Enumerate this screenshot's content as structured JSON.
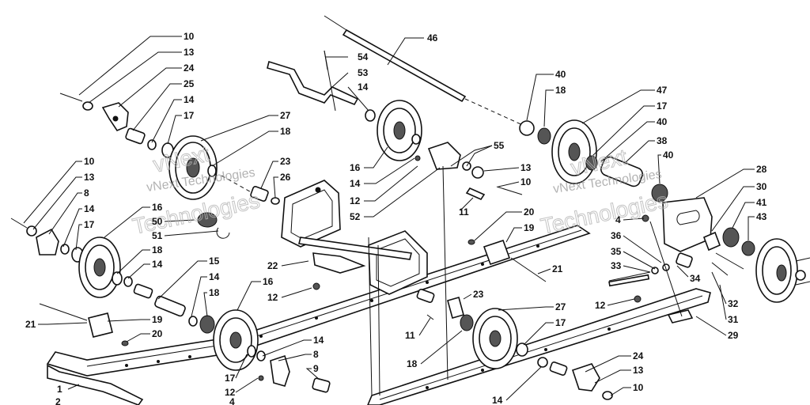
{
  "watermark": {
    "short": "vNext",
    "text": "vNext Technologies",
    "tail": "Technologies"
  },
  "callouts": {
    "c10a": "10",
    "c13a": "13",
    "c24a": "24",
    "c25": "25",
    "c14a": "14",
    "c17a": "17",
    "c27a": "27",
    "c18a": "18",
    "c23a": "23",
    "c26": "26",
    "c10b": "10",
    "c13b": "13",
    "c8a": "8",
    "c14b": "14",
    "c17b": "17",
    "c16a": "16",
    "c50": "50",
    "c51": "51",
    "c18b": "18",
    "c14c": "14",
    "c15": "15",
    "c14d": "14",
    "c18c": "18",
    "c16b": "16",
    "c21a": "21",
    "c19a": "19",
    "c20a": "20",
    "c22": "22",
    "c12a": "12",
    "c17c": "17",
    "c12b": "12",
    "c14e": "14",
    "c8b": "8",
    "c9": "9",
    "c1": "1",
    "c2": "2",
    "c4a": "4",
    "c54": "54",
    "c53": "53",
    "c14f": "14",
    "c46": "46",
    "c16c": "16",
    "c14g": "14",
    "c12c": "12",
    "c52": "52",
    "c55": "55",
    "c13c": "13",
    "c10c": "10",
    "c11a": "11",
    "c20b": "20",
    "c19b": "19",
    "c21b": "21",
    "c23b": "23",
    "c11b": "11",
    "c18d": "18",
    "c27b": "27",
    "c17d": "17",
    "c14h": "14",
    "c24b": "24",
    "c13d": "13",
    "c10d": "10",
    "c40a": "40",
    "c18e": "18",
    "c47": "47",
    "c17e": "17",
    "c40b": "40",
    "c38": "38",
    "c40c": "40",
    "c28": "28",
    "c30": "30",
    "c41": "41",
    "c43": "43",
    "c4b": "4",
    "c36": "36",
    "c35": "35",
    "c33": "33",
    "c34": "34",
    "c12d": "12",
    "c32": "32",
    "c31": "31",
    "c29": "29"
  }
}
